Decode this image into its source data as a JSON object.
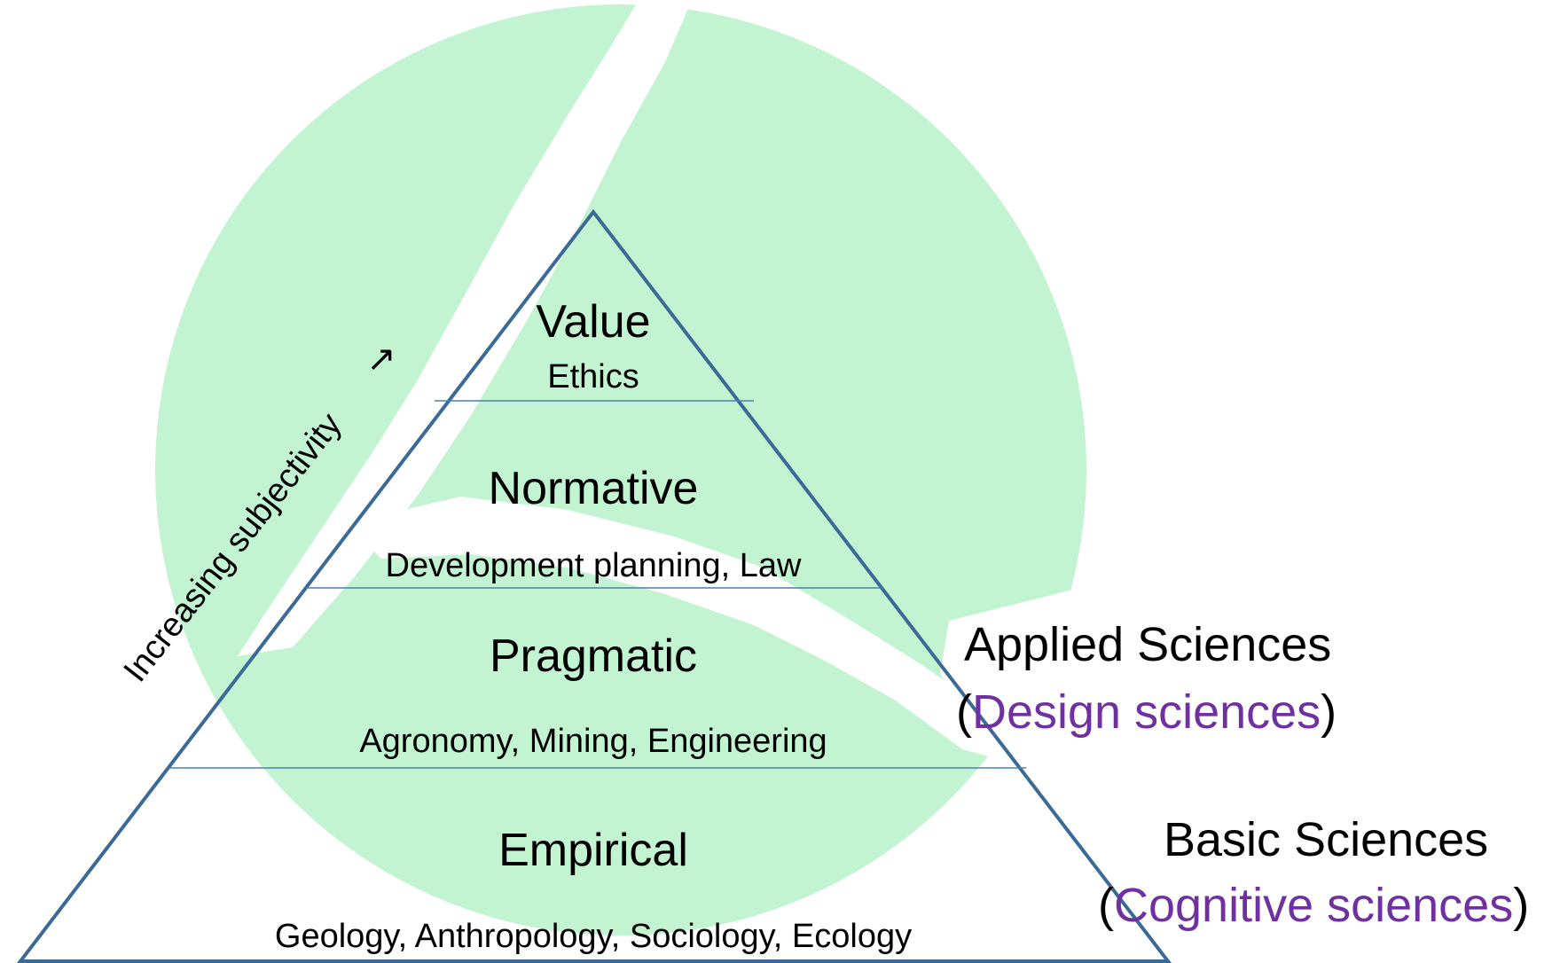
{
  "colors": {
    "globe": "#c3f4d1",
    "triangle": "#3b6a96",
    "divider": "#4a7fb5",
    "text": "#000000",
    "highlight": "#7030a0"
  },
  "axis": {
    "label": "Increasing subjectivity",
    "arrow": "↗"
  },
  "levels": [
    {
      "title": "Value",
      "examples": "Ethics"
    },
    {
      "title": "Normative",
      "examples": "Development planning, Law"
    },
    {
      "title": "Pragmatic",
      "examples": "Agronomy, Mining, Engineering"
    },
    {
      "title": "Empirical",
      "examples": "Geology, Anthropology, Sociology, Ecology"
    }
  ],
  "side_labels": {
    "applied": {
      "name": "Applied Sciences",
      "open": "(",
      "detail": "Design sciences",
      "close": ")"
    },
    "basic": {
      "name": "Basic Sciences",
      "open": "(",
      "detail": "Cognitive sciences",
      "close": ")"
    }
  }
}
